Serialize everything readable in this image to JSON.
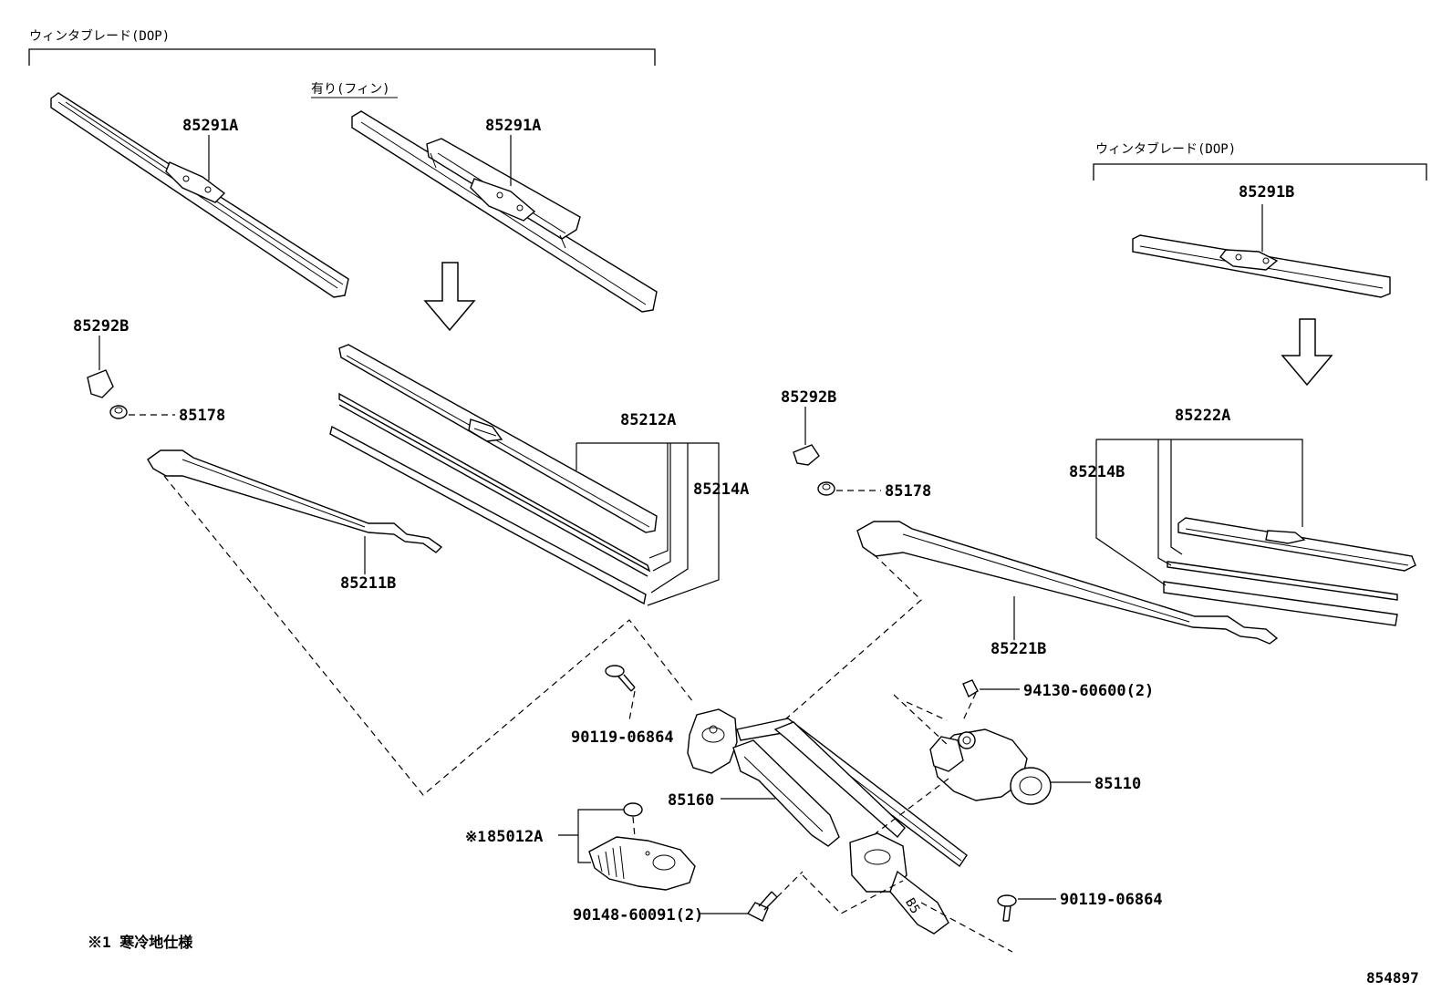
{
  "groups": {
    "dop_left": "ウィンタブレード(DOP)",
    "fin": "有り(フィン)",
    "dop_right": "ウィンタブレード(DOP)"
  },
  "parts": {
    "p85291A_1": "85291A",
    "p85291A_2": "85291A",
    "p85291B": "85291B",
    "p85292B_1": "85292B",
    "p85292B_2": "85292B",
    "p85178_1": "85178",
    "p85178_2": "85178",
    "p85212A": "85212A",
    "p85214A": "85214A",
    "p85211B": "85211B",
    "p85222A": "85222A",
    "p85214B": "85214B",
    "p85221B": "85221B",
    "p94130": "94130-60600(2)",
    "p90119_1": "90119-06864",
    "p85110": "85110",
    "p85160": "85160",
    "p85012A_mark": "※1",
    "p85012A": "85012A",
    "p90148": "90148-60091(2)",
    "p90119_2": "90119-06864"
  },
  "footnote": "※1 寒冷地仕様",
  "diagram_id": "854897"
}
